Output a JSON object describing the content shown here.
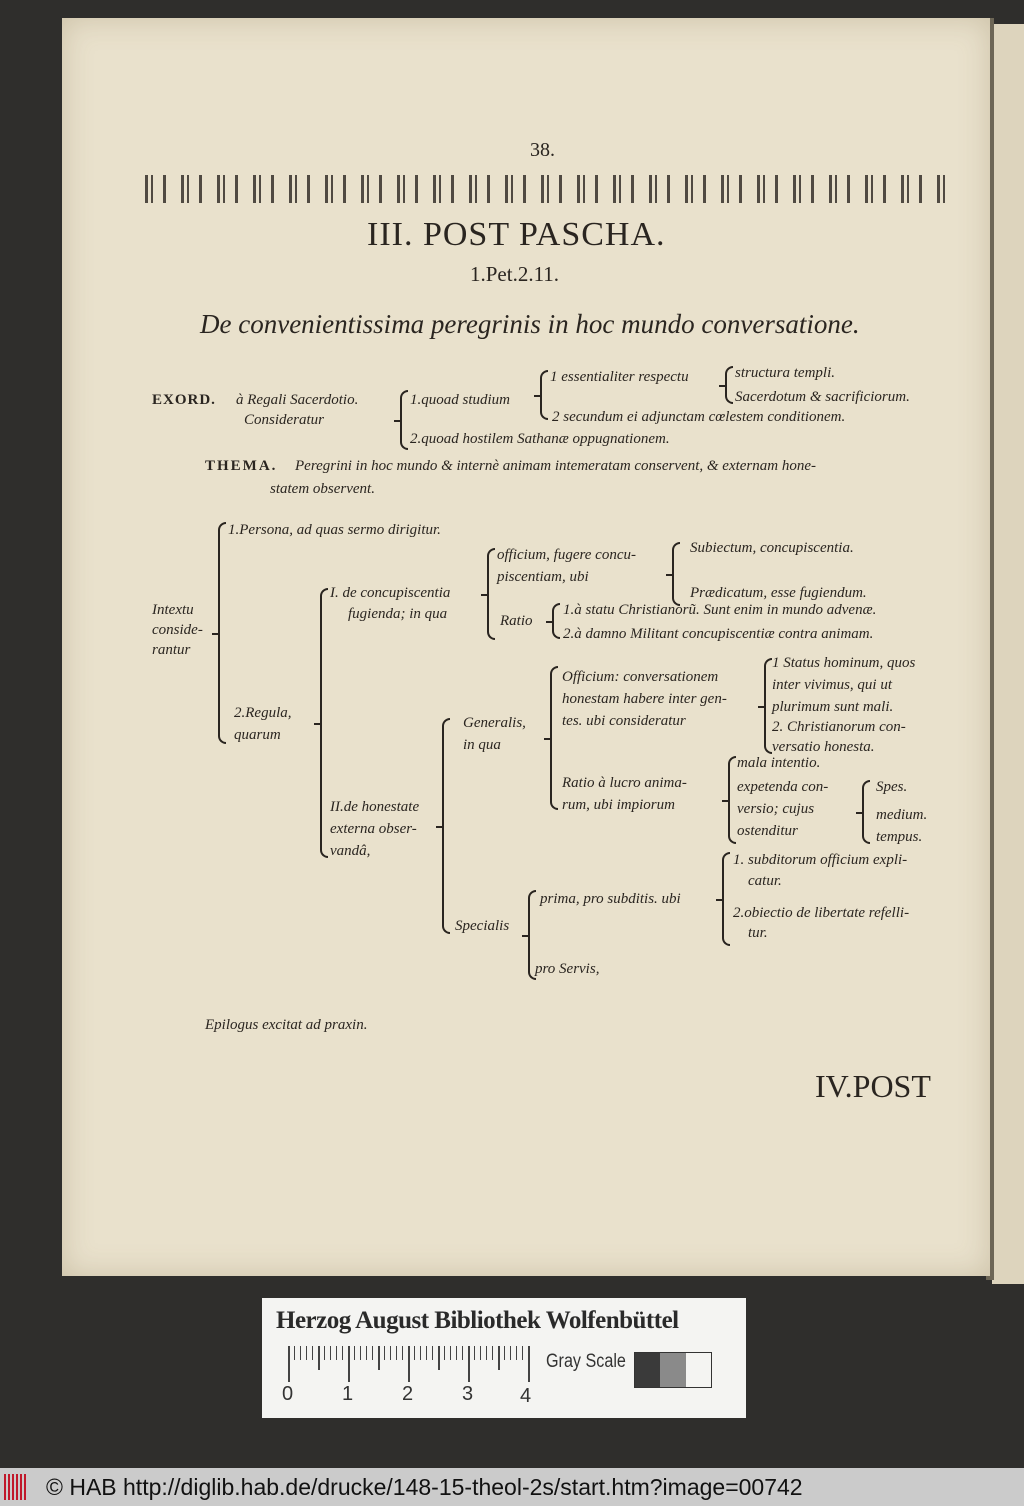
{
  "page": {
    "number": "38.",
    "title": "III. POST PASCHA.",
    "reference": "1.Pet.2.11.",
    "subtitle": "De convenientissima peregrinis in hoc mundo conversatione.",
    "catchword": "IV.POST"
  },
  "exordium": {
    "label": "EXORD.",
    "intro1": "à Regali Sacerdotio.",
    "intro2": "Consideratur",
    "a1": "1.quoad studium",
    "a1_1": "1 essentialiter respectu",
    "a1_1_1": "structura templi.",
    "a1_1_2": "Sacerdotum & sacrificiorum.",
    "a1_2": "2 secundum ei adjunctam cœlestem conditionem.",
    "a2": "2.quoad hostilem Sathanæ oppugnationem."
  },
  "thema": {
    "label": "THEMA.",
    "line1": "Peregrini in hoc mundo & internè animam intemeratam conservent, & externam hone-",
    "line2": "statem observent."
  },
  "diagram": {
    "root": [
      "Intextu",
      "conside-",
      "rantur"
    ],
    "persona": "1.Persona, ad quas sermo dirigitur.",
    "regula": [
      "2.Regula,",
      "quarum"
    ],
    "concup": [
      "I. de concupiscentia",
      "fugienda; in qua"
    ],
    "officium": [
      "officium, fugere concu-",
      "piscentiam, ubi"
    ],
    "subiectum": "Subiectum, concupiscentia.",
    "praedicatum": "Prædicatum, esse fugiendum.",
    "ratio": "Ratio",
    "ratio1": "1.à statu Christianorũ. Sunt enim in mundo advenæ.",
    "ratio2": "2.à damno Militant concupiscentiæ contra animam.",
    "honestate": [
      "II.de honestate",
      "externa obser-",
      "vandâ,"
    ],
    "generalis": [
      "Generalis,",
      "in qua"
    ],
    "officium2": [
      "Officium: conversationem",
      "honestam habere inter gen-",
      "tes. ubi consideratur"
    ],
    "status": [
      "1 Status hominum, quos",
      "inter vivimus, qui ut",
      "plurimum sunt mali.",
      "2. Christianorum con-",
      "versatio honesta."
    ],
    "ratio_lucro": [
      "Ratio à lucro anima-",
      "rum, ubi impiorum"
    ],
    "mala": "mala intentio.",
    "expetenda": [
      "expetenda con-",
      "versio; cujus",
      "ostenditur"
    ],
    "spes": [
      "Spes.",
      "medium.",
      "tempus."
    ],
    "specialis": "Specialis",
    "prima": "prima, pro subditis. ubi",
    "subditorum": [
      "1. subditorum officium expli-",
      "catur."
    ],
    "obiectio": [
      "2.obiectio de libertate refelli-",
      "tur."
    ],
    "servis": "pro Servis,",
    "epilogus": "Epilogus excitat ad praxin."
  },
  "card": {
    "name": "Herzog August Bibliothek Wolfenbüttel",
    "scale_labels": [
      "0",
      "1",
      "2",
      "3",
      "4"
    ],
    "gray_label": "Gray Scale",
    "gray_colors": [
      "#3a3a3a",
      "#8a8a8a",
      "#f4f4f2"
    ]
  },
  "footer": {
    "copyright": "© HAB http://diglib.hab.de/drucke/148-15-theol-2s/start.htm?image=00742"
  }
}
